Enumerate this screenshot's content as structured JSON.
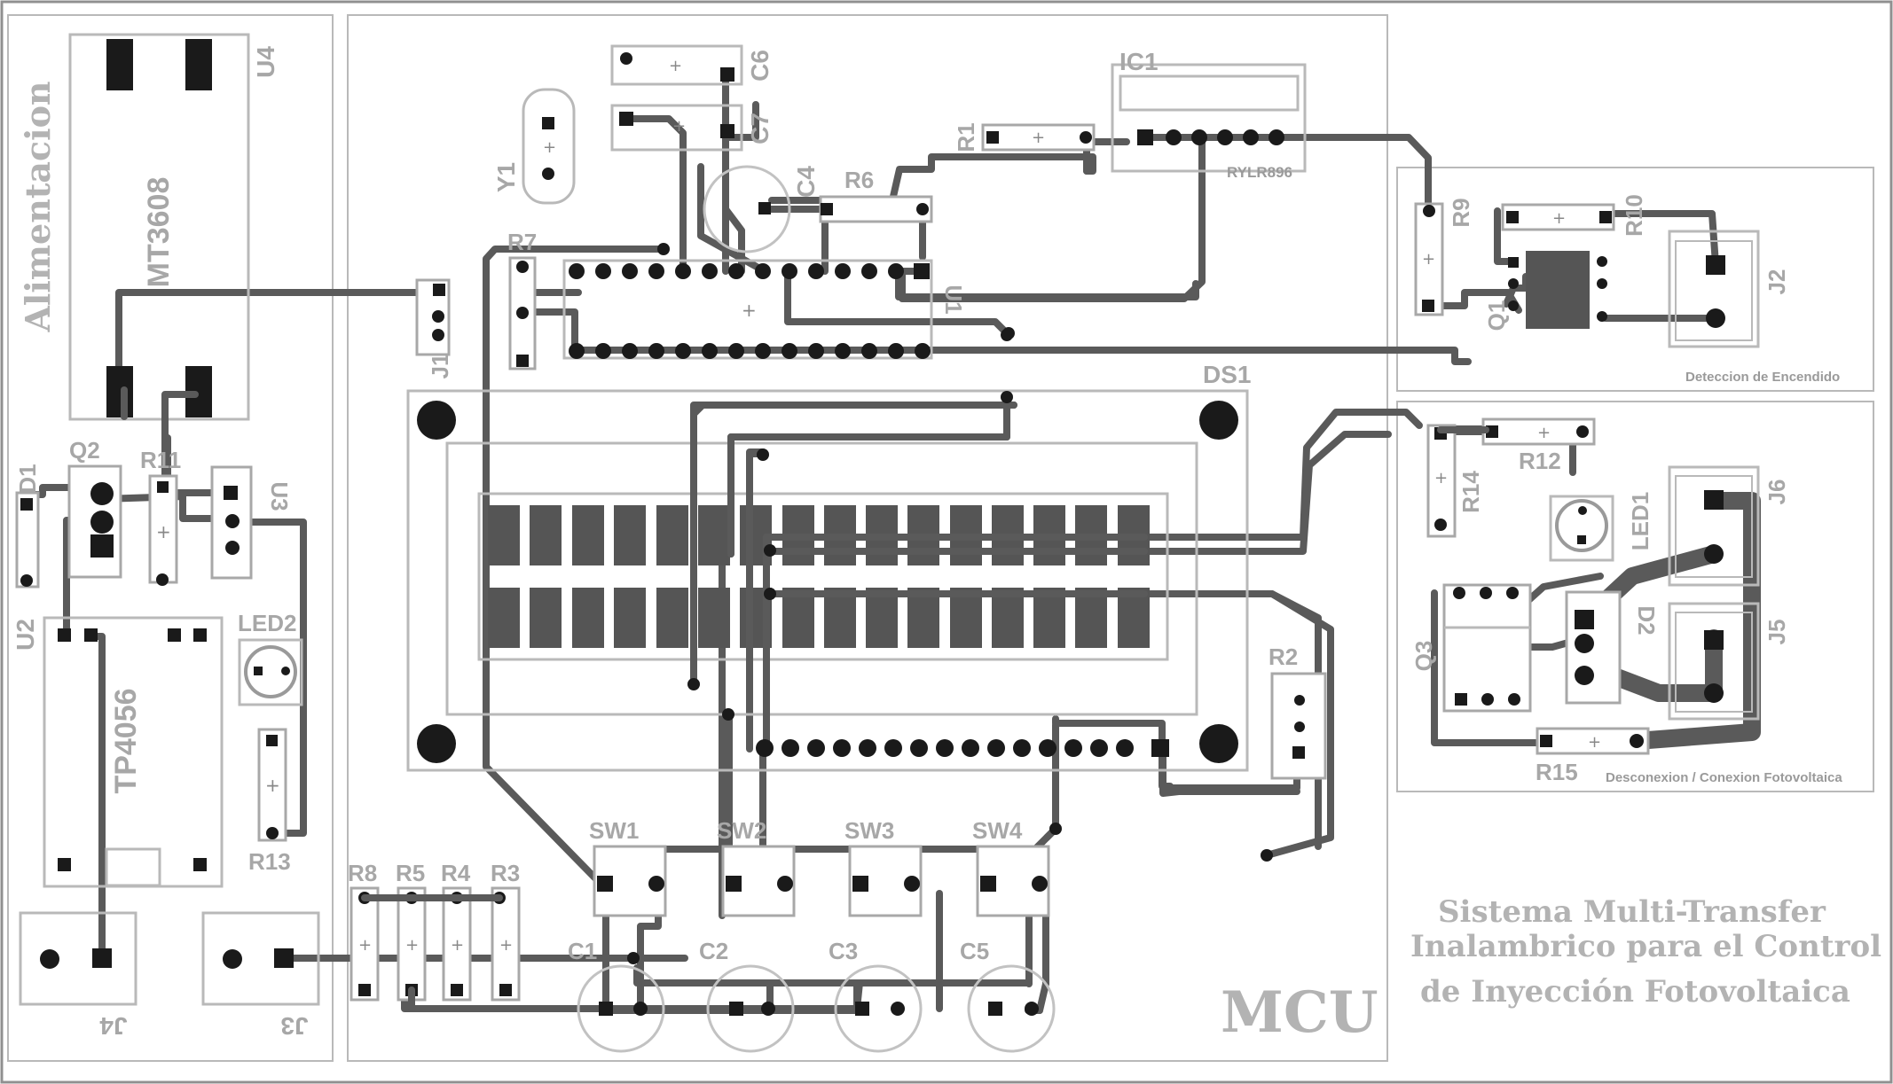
{
  "sections": {
    "power": "Alimentacion",
    "mcu": "MCU",
    "detect": "Deteccion de Encendido",
    "pv": "Desconexion / Conexion Fotovoltaica"
  },
  "title_lines": [
    "Sistema Multi-Transfer",
    "Inalambrico para el Control",
    "de Inyección Fotovoltaica"
  ],
  "components": {
    "u4": "U4",
    "mt3608": "MT3608",
    "d1": "D1",
    "q2": "Q2",
    "r11": "R11",
    "u3": "U3",
    "u2": "U2",
    "tp4056": "TP4056",
    "led2": "LED2",
    "r13": "R13",
    "j4": "J4",
    "j3": "J3",
    "y1": "Y1",
    "c6": "C6",
    "c7": "C7",
    "c4": "C4",
    "r6": "R6",
    "r7": "R7",
    "j1": "J1",
    "u1": "U1",
    "ic1": "IC1",
    "rylr896": "RYLR896",
    "r1": "R1",
    "ds1": "DS1",
    "r2": "R2",
    "sw1": "SW1",
    "sw2": "SW2",
    "sw3": "SW3",
    "sw4": "SW4",
    "r8": "R8",
    "r5": "R5",
    "r4": "R4",
    "r3": "R3",
    "c1": "C1",
    "c2": "C2",
    "c3": "C3",
    "c5": "C5",
    "r9": "R9",
    "r10": "R10",
    "q1": "Q1",
    "j2": "J2",
    "r12": "R12",
    "r14": "R14",
    "led1": "LED1",
    "j6": "J6",
    "j5": "J5",
    "d2": "D2",
    "q3": "Q3",
    "r15": "R15"
  }
}
